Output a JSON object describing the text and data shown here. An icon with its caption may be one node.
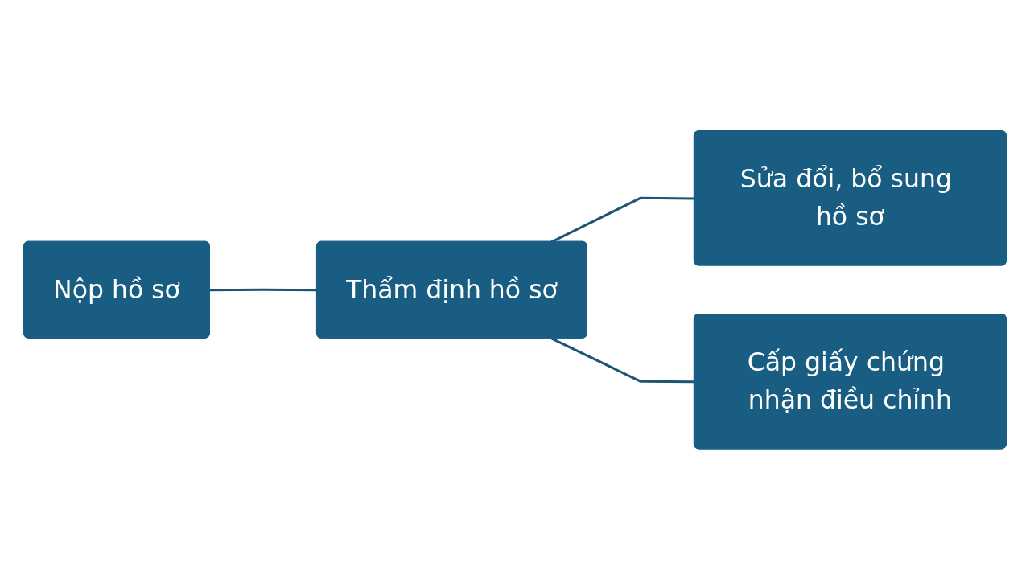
{
  "diagram": {
    "nodes": [
      {
        "text": [
          "Nộp hồ sơ"
        ]
      },
      {
        "text": [
          "Thẩm định hồ sơ"
        ]
      },
      {
        "text": [
          "Sửa đổi, bổ sung hồ sơ"
        ]
      },
      {
        "text": [
          "Cấp giấy chứng nhận điều chỉnh"
        ]
      }
    ],
    "edges": [
      {
        "from": 0,
        "to": 1,
        "arrow": "none"
      },
      {
        "from": 1,
        "to": 2,
        "arrow": "none"
      },
      {
        "from": 1,
        "to": 3,
        "arrow": "none"
      }
    ]
  }
}
